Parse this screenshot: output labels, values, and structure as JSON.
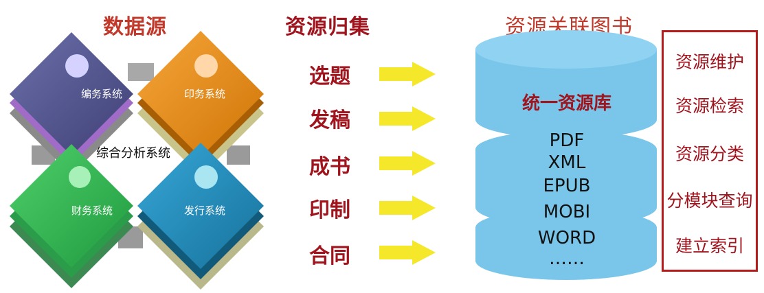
{
  "titles": {
    "source": "数据源",
    "collect": "资源归集",
    "linked": "资源关联图书"
  },
  "systems": {
    "center": "综合分析系统",
    "items": [
      {
        "label": "编务系统",
        "color": "#4d4f86"
      },
      {
        "label": "印务系统",
        "color": "#e9860a"
      },
      {
        "label": "财务系统",
        "color": "#2da84a"
      },
      {
        "label": "发行系统",
        "color": "#1f86b4"
      }
    ]
  },
  "collect_items": [
    "选题",
    "发稿",
    "成书",
    "印制",
    "合同"
  ],
  "database": {
    "title": "统一资源库",
    "formats": [
      "PDF",
      "XML",
      "EPUB",
      "MOBI",
      "WORD",
      "……"
    ],
    "color": "#79c6ea"
  },
  "functions": [
    "资源维护",
    "资源检索",
    "资源分类",
    "分模块查询",
    "建立索引"
  ]
}
